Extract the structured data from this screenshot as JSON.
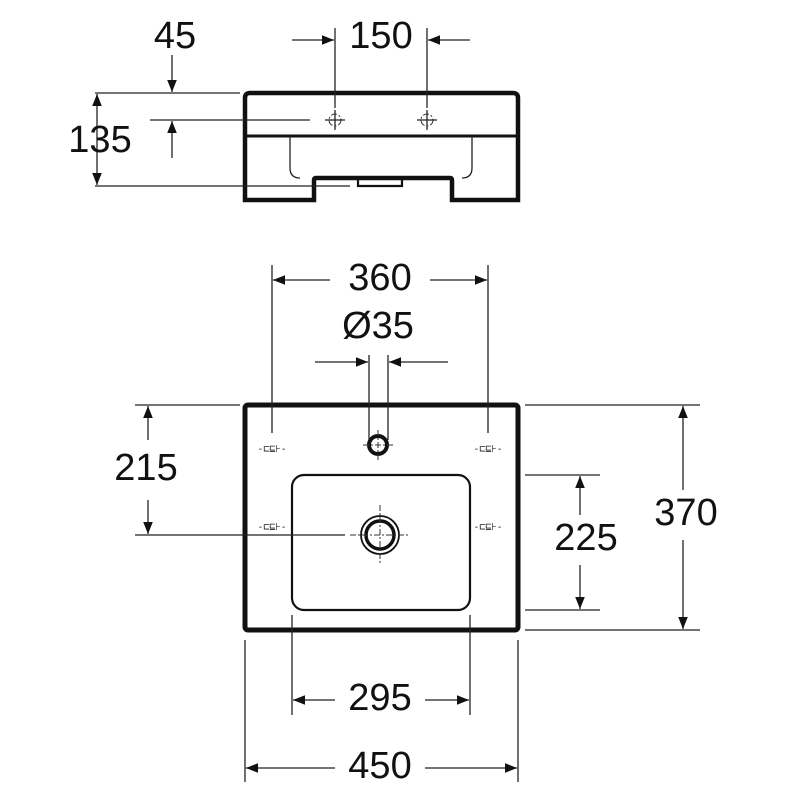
{
  "drawing": {
    "title": "Washbasin dimension drawing",
    "side_view": {
      "dims": {
        "tap_offset": "45",
        "tap_spacing": "150",
        "height": "135"
      }
    },
    "top_view": {
      "dims": {
        "hole_span": "360",
        "tap_hole_diameter": "Ø35",
        "hole_row_depth": "215",
        "bowl_depth": "225",
        "total_depth": "370",
        "bowl_width": "295",
        "total_width": "450"
      }
    },
    "colors": {
      "line": "#111111",
      "background": "#ffffff"
    }
  }
}
